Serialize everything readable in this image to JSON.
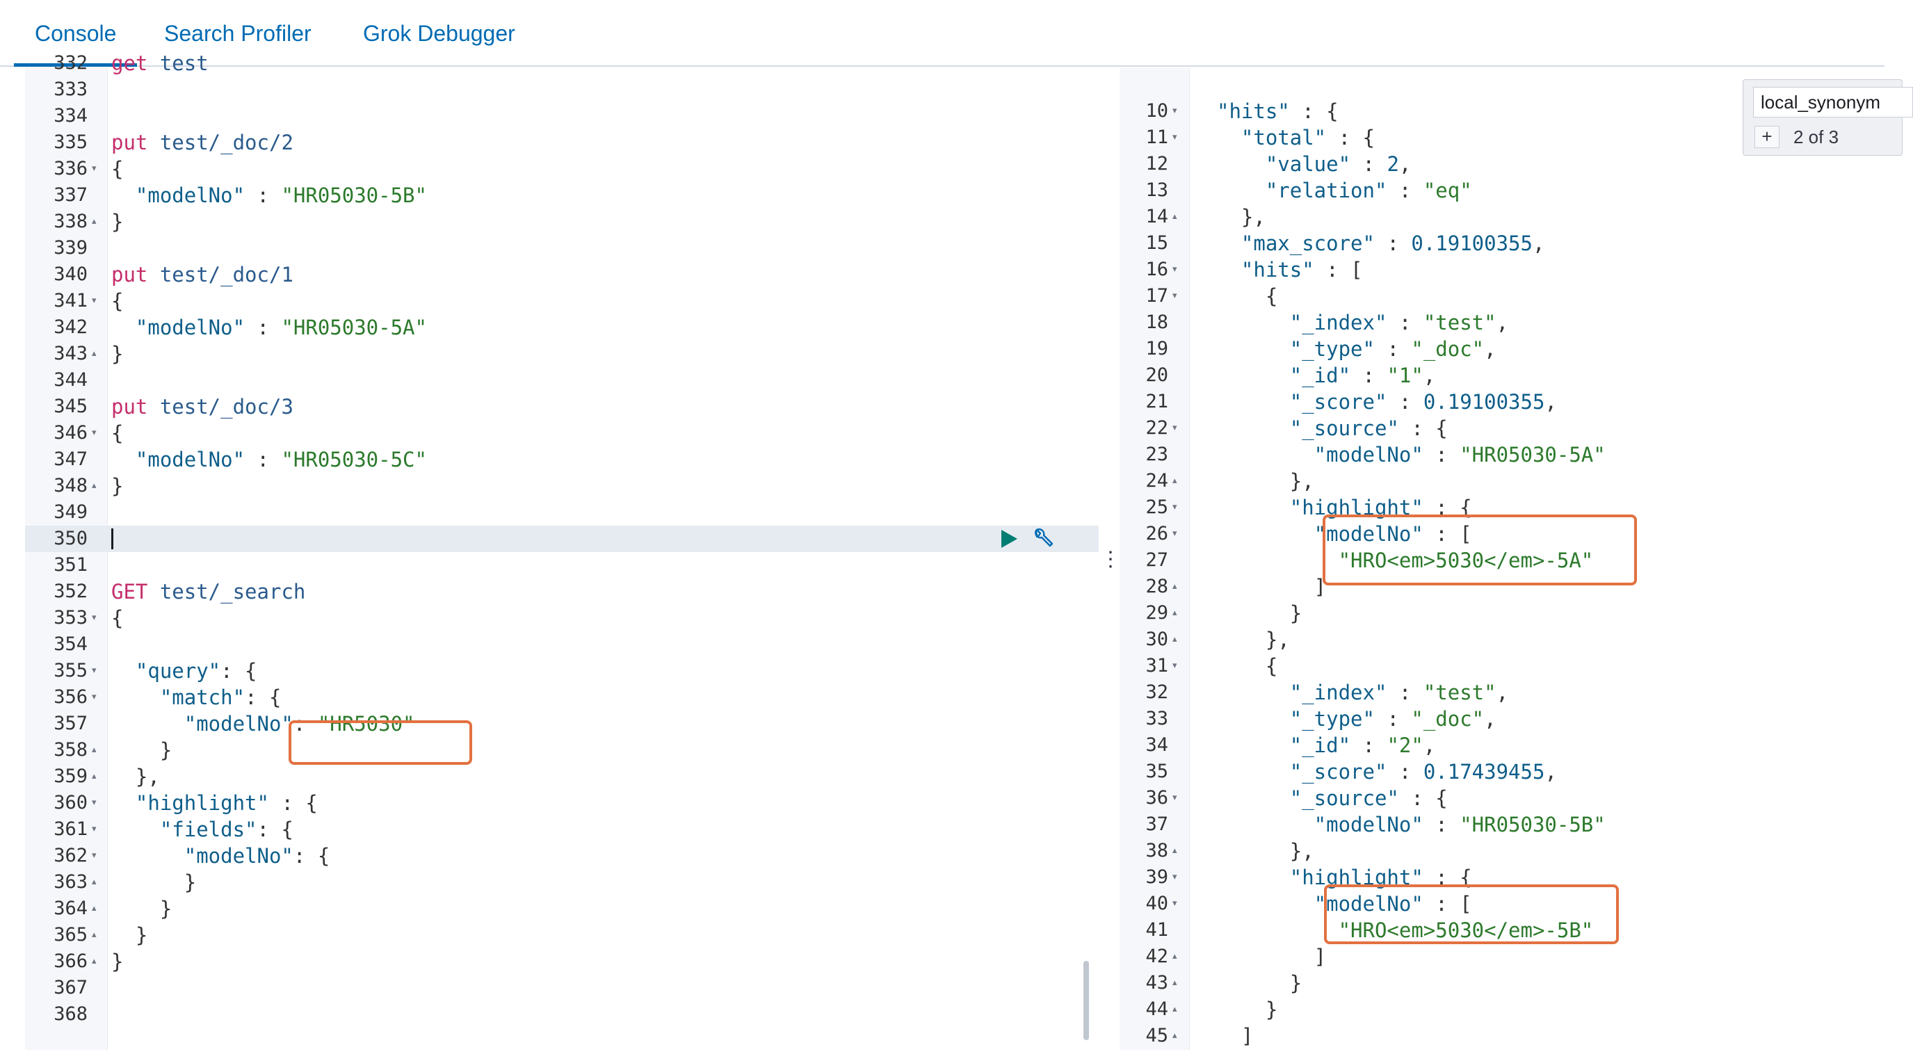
{
  "tabs": [
    {
      "label": "Console",
      "active": true
    },
    {
      "label": "Search Profiler",
      "active": false
    },
    {
      "label": "Grok Debugger",
      "active": false
    }
  ],
  "editor": {
    "active_line": "350",
    "lines": [
      {
        "n": "332",
        "fold": "",
        "tokens": [
          {
            "t": "get ",
            "c": "method"
          },
          {
            "t": "test",
            "c": "url"
          }
        ]
      },
      {
        "n": "333",
        "fold": "",
        "tokens": []
      },
      {
        "n": "334",
        "fold": "",
        "tokens": []
      },
      {
        "n": "335",
        "fold": "",
        "tokens": [
          {
            "t": "put ",
            "c": "method"
          },
          {
            "t": "test/_doc/2",
            "c": "url"
          }
        ]
      },
      {
        "n": "336",
        "fold": "▾",
        "tokens": [
          {
            "t": "{",
            "c": "pun"
          }
        ]
      },
      {
        "n": "337",
        "fold": "",
        "tokens": [
          {
            "t": "  \"modelNo\"",
            "c": "key"
          },
          {
            "t": " : ",
            "c": "pun"
          },
          {
            "t": "\"HR05030-5B\"",
            "c": "str"
          }
        ]
      },
      {
        "n": "338",
        "fold": "▴",
        "tokens": [
          {
            "t": "}",
            "c": "pun"
          }
        ]
      },
      {
        "n": "339",
        "fold": "",
        "tokens": []
      },
      {
        "n": "340",
        "fold": "",
        "tokens": [
          {
            "t": "put ",
            "c": "method"
          },
          {
            "t": "test/_doc/1",
            "c": "url"
          }
        ]
      },
      {
        "n": "341",
        "fold": "▾",
        "tokens": [
          {
            "t": "{",
            "c": "pun"
          }
        ]
      },
      {
        "n": "342",
        "fold": "",
        "tokens": [
          {
            "t": "  \"modelNo\"",
            "c": "key"
          },
          {
            "t": " : ",
            "c": "pun"
          },
          {
            "t": "\"HR05030-5A\"",
            "c": "str"
          }
        ]
      },
      {
        "n": "343",
        "fold": "▴",
        "tokens": [
          {
            "t": "}",
            "c": "pun"
          }
        ]
      },
      {
        "n": "344",
        "fold": "",
        "tokens": []
      },
      {
        "n": "345",
        "fold": "",
        "tokens": [
          {
            "t": "put ",
            "c": "method"
          },
          {
            "t": "test/_doc/3",
            "c": "url"
          }
        ]
      },
      {
        "n": "346",
        "fold": "▾",
        "tokens": [
          {
            "t": "{",
            "c": "pun"
          }
        ]
      },
      {
        "n": "347",
        "fold": "",
        "tokens": [
          {
            "t": "  \"modelNo\"",
            "c": "key"
          },
          {
            "t": " : ",
            "c": "pun"
          },
          {
            "t": "\"HR05030-5C\"",
            "c": "str"
          }
        ]
      },
      {
        "n": "348",
        "fold": "▴",
        "tokens": [
          {
            "t": "}",
            "c": "pun"
          }
        ]
      },
      {
        "n": "349",
        "fold": "",
        "tokens": []
      },
      {
        "n": "350",
        "fold": "",
        "tokens": []
      },
      {
        "n": "351",
        "fold": "",
        "tokens": []
      },
      {
        "n": "352",
        "fold": "",
        "tokens": [
          {
            "t": "GET ",
            "c": "method"
          },
          {
            "t": "test/_search",
            "c": "url"
          }
        ]
      },
      {
        "n": "353",
        "fold": "▾",
        "tokens": [
          {
            "t": "{",
            "c": "pun"
          }
        ]
      },
      {
        "n": "354",
        "fold": "",
        "tokens": []
      },
      {
        "n": "355",
        "fold": "▾",
        "tokens": [
          {
            "t": "  \"query\"",
            "c": "key"
          },
          {
            "t": ": {",
            "c": "pun"
          }
        ]
      },
      {
        "n": "356",
        "fold": "▾",
        "tokens": [
          {
            "t": "    \"match\"",
            "c": "key"
          },
          {
            "t": ": {",
            "c": "pun"
          }
        ]
      },
      {
        "n": "357",
        "fold": "",
        "tokens": [
          {
            "t": "      \"modelNo\"",
            "c": "key"
          },
          {
            "t": ": ",
            "c": "pun"
          },
          {
            "t": "\"HR5030\"",
            "c": "str"
          }
        ]
      },
      {
        "n": "358",
        "fold": "▴",
        "tokens": [
          {
            "t": "    }",
            "c": "pun"
          }
        ]
      },
      {
        "n": "359",
        "fold": "▴",
        "tokens": [
          {
            "t": "  },",
            "c": "pun"
          }
        ]
      },
      {
        "n": "360",
        "fold": "▾",
        "tokens": [
          {
            "t": "  \"highlight\"",
            "c": "key"
          },
          {
            "t": " : {",
            "c": "pun"
          }
        ]
      },
      {
        "n": "361",
        "fold": "▾",
        "tokens": [
          {
            "t": "    \"fields\"",
            "c": "key"
          },
          {
            "t": ": {",
            "c": "pun"
          }
        ]
      },
      {
        "n": "362",
        "fold": "▾",
        "tokens": [
          {
            "t": "      \"modelNo\"",
            "c": "key"
          },
          {
            "t": ": {",
            "c": "pun"
          }
        ]
      },
      {
        "n": "363",
        "fold": "▴",
        "tokens": [
          {
            "t": "      }",
            "c": "pun"
          }
        ]
      },
      {
        "n": "364",
        "fold": "▴",
        "tokens": [
          {
            "t": "    }",
            "c": "pun"
          }
        ]
      },
      {
        "n": "365",
        "fold": "▴",
        "tokens": [
          {
            "t": "  }",
            "c": "pun"
          }
        ]
      },
      {
        "n": "366",
        "fold": "▴",
        "tokens": [
          {
            "t": "}",
            "c": "pun"
          }
        ]
      },
      {
        "n": "367",
        "fold": "",
        "tokens": []
      },
      {
        "n": "368",
        "fold": "",
        "tokens": []
      }
    ]
  },
  "output": {
    "lines": [
      {
        "n": "10",
        "fold": "▾",
        "tokens": [
          {
            "t": "\"hits\"",
            "c": "key"
          },
          {
            "t": " : {",
            "c": "pun"
          }
        ]
      },
      {
        "n": "11",
        "fold": "▾",
        "tokens": [
          {
            "t": "  \"total\"",
            "c": "key"
          },
          {
            "t": " : {",
            "c": "pun"
          }
        ]
      },
      {
        "n": "12",
        "fold": "",
        "tokens": [
          {
            "t": "    \"value\"",
            "c": "key"
          },
          {
            "t": " : ",
            "c": "pun"
          },
          {
            "t": "2",
            "c": "num"
          },
          {
            "t": ",",
            "c": "pun"
          }
        ]
      },
      {
        "n": "13",
        "fold": "",
        "tokens": [
          {
            "t": "    \"relation\"",
            "c": "key"
          },
          {
            "t": " : ",
            "c": "pun"
          },
          {
            "t": "\"eq\"",
            "c": "str"
          }
        ]
      },
      {
        "n": "14",
        "fold": "▴",
        "tokens": [
          {
            "t": "  },",
            "c": "pun"
          }
        ]
      },
      {
        "n": "15",
        "fold": "",
        "tokens": [
          {
            "t": "  \"max_score\"",
            "c": "key"
          },
          {
            "t": " : ",
            "c": "pun"
          },
          {
            "t": "0.19100355",
            "c": "num"
          },
          {
            "t": ",",
            "c": "pun"
          }
        ]
      },
      {
        "n": "16",
        "fold": "▾",
        "tokens": [
          {
            "t": "  \"hits\"",
            "c": "key"
          },
          {
            "t": " : [",
            "c": "pun"
          }
        ]
      },
      {
        "n": "17",
        "fold": "▾",
        "tokens": [
          {
            "t": "    {",
            "c": "pun"
          }
        ]
      },
      {
        "n": "18",
        "fold": "",
        "tokens": [
          {
            "t": "      \"_index\"",
            "c": "key"
          },
          {
            "t": " : ",
            "c": "pun"
          },
          {
            "t": "\"test\"",
            "c": "str"
          },
          {
            "t": ",",
            "c": "pun"
          }
        ]
      },
      {
        "n": "19",
        "fold": "",
        "tokens": [
          {
            "t": "      \"_type\"",
            "c": "key"
          },
          {
            "t": " : ",
            "c": "pun"
          },
          {
            "t": "\"_doc\"",
            "c": "str"
          },
          {
            "t": ",",
            "c": "pun"
          }
        ]
      },
      {
        "n": "20",
        "fold": "",
        "tokens": [
          {
            "t": "      \"_id\"",
            "c": "key"
          },
          {
            "t": " : ",
            "c": "pun"
          },
          {
            "t": "\"1\"",
            "c": "str"
          },
          {
            "t": ",",
            "c": "pun"
          }
        ]
      },
      {
        "n": "21",
        "fold": "",
        "tokens": [
          {
            "t": "      \"_score\"",
            "c": "key"
          },
          {
            "t": " : ",
            "c": "pun"
          },
          {
            "t": "0.19100355",
            "c": "num"
          },
          {
            "t": ",",
            "c": "pun"
          }
        ]
      },
      {
        "n": "22",
        "fold": "▾",
        "tokens": [
          {
            "t": "      \"_source\"",
            "c": "key"
          },
          {
            "t": " : {",
            "c": "pun"
          }
        ]
      },
      {
        "n": "23",
        "fold": "",
        "tokens": [
          {
            "t": "        \"modelNo\"",
            "c": "key"
          },
          {
            "t": " : ",
            "c": "pun"
          },
          {
            "t": "\"HR05030-5A\"",
            "c": "str"
          }
        ]
      },
      {
        "n": "24",
        "fold": "▴",
        "tokens": [
          {
            "t": "      },",
            "c": "pun"
          }
        ]
      },
      {
        "n": "25",
        "fold": "▾",
        "tokens": [
          {
            "t": "      \"highlight\"",
            "c": "key"
          },
          {
            "t": " : {",
            "c": "pun"
          }
        ]
      },
      {
        "n": "26",
        "fold": "▾",
        "tokens": [
          {
            "t": "        \"modelNo\"",
            "c": "key"
          },
          {
            "t": " : [",
            "c": "pun"
          }
        ]
      },
      {
        "n": "27",
        "fold": "",
        "tokens": [
          {
            "t": "          \"HRO<em>5030</em>-5A\"",
            "c": "str"
          }
        ]
      },
      {
        "n": "28",
        "fold": "▴",
        "tokens": [
          {
            "t": "        ]",
            "c": "pun"
          }
        ]
      },
      {
        "n": "29",
        "fold": "▴",
        "tokens": [
          {
            "t": "      }",
            "c": "pun"
          }
        ]
      },
      {
        "n": "30",
        "fold": "▴",
        "tokens": [
          {
            "t": "    },",
            "c": "pun"
          }
        ]
      },
      {
        "n": "31",
        "fold": "▾",
        "tokens": [
          {
            "t": "    {",
            "c": "pun"
          }
        ]
      },
      {
        "n": "32",
        "fold": "",
        "tokens": [
          {
            "t": "      \"_index\"",
            "c": "key"
          },
          {
            "t": " : ",
            "c": "pun"
          },
          {
            "t": "\"test\"",
            "c": "str"
          },
          {
            "t": ",",
            "c": "pun"
          }
        ]
      },
      {
        "n": "33",
        "fold": "",
        "tokens": [
          {
            "t": "      \"_type\"",
            "c": "key"
          },
          {
            "t": " : ",
            "c": "pun"
          },
          {
            "t": "\"_doc\"",
            "c": "str"
          },
          {
            "t": ",",
            "c": "pun"
          }
        ]
      },
      {
        "n": "34",
        "fold": "",
        "tokens": [
          {
            "t": "      \"_id\"",
            "c": "key"
          },
          {
            "t": " : ",
            "c": "pun"
          },
          {
            "t": "\"2\"",
            "c": "str"
          },
          {
            "t": ",",
            "c": "pun"
          }
        ]
      },
      {
        "n": "35",
        "fold": "",
        "tokens": [
          {
            "t": "      \"_score\"",
            "c": "key"
          },
          {
            "t": " : ",
            "c": "pun"
          },
          {
            "t": "0.17439455",
            "c": "num"
          },
          {
            "t": ",",
            "c": "pun"
          }
        ]
      },
      {
        "n": "36",
        "fold": "▾",
        "tokens": [
          {
            "t": "      \"_source\"",
            "c": "key"
          },
          {
            "t": " : {",
            "c": "pun"
          }
        ]
      },
      {
        "n": "37",
        "fold": "",
        "tokens": [
          {
            "t": "        \"modelNo\"",
            "c": "key"
          },
          {
            "t": " : ",
            "c": "pun"
          },
          {
            "t": "\"HR05030-5B\"",
            "c": "str"
          }
        ]
      },
      {
        "n": "38",
        "fold": "▴",
        "tokens": [
          {
            "t": "      },",
            "c": "pun"
          }
        ]
      },
      {
        "n": "39",
        "fold": "▾",
        "tokens": [
          {
            "t": "      \"highlight\"",
            "c": "key"
          },
          {
            "t": " : {",
            "c": "pun"
          }
        ]
      },
      {
        "n": "40",
        "fold": "▾",
        "tokens": [
          {
            "t": "        \"modelNo\"",
            "c": "key"
          },
          {
            "t": " : [",
            "c": "pun"
          }
        ]
      },
      {
        "n": "41",
        "fold": "",
        "tokens": [
          {
            "t": "          \"HRO<em>5030</em>-5B\"",
            "c": "str"
          }
        ]
      },
      {
        "n": "42",
        "fold": "▴",
        "tokens": [
          {
            "t": "        ]",
            "c": "pun"
          }
        ]
      },
      {
        "n": "43",
        "fold": "▴",
        "tokens": [
          {
            "t": "      }",
            "c": "pun"
          }
        ]
      },
      {
        "n": "44",
        "fold": "▴",
        "tokens": [
          {
            "t": "    }",
            "c": "pun"
          }
        ]
      },
      {
        "n": "45",
        "fold": "▴",
        "tokens": [
          {
            "t": "  ]",
            "c": "pun"
          }
        ]
      }
    ]
  },
  "search": {
    "value": "local_synonym",
    "count": "2 of 3",
    "toggle_label": "+"
  },
  "resizer_glyph": "⋮",
  "colors": {
    "accent": "#006bb4",
    "annotation_box": "#e27141",
    "method": "#c42e6b",
    "string": "#2c7a2c"
  }
}
